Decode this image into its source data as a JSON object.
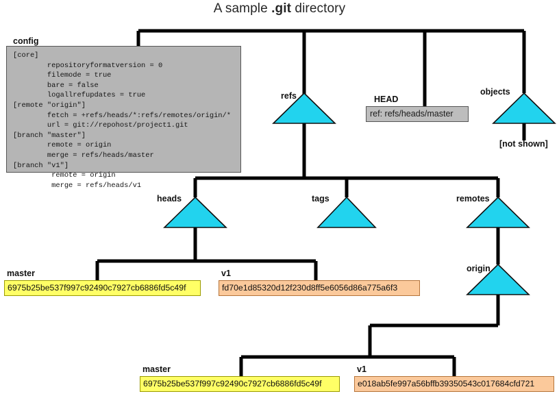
{
  "title": {
    "prefix": "A sample ",
    "bold": ".git",
    "suffix": " directory"
  },
  "config": {
    "label": "config",
    "text": "[core]\n        repositoryformatversion = 0\n        filemode = true\n        bare = false\n        logallrefupdates = true\n[remote \"origin\"]\n        fetch = +refs/heads/*:refs/remotes/origin/*\n        url = git://repohost/project1.git\n[branch \"master\"]\n        remote = origin\n        merge = refs/heads/master\n[branch \"v1\"]\n         remote = origin\n         merge = refs/heads/v1"
  },
  "head": {
    "label": "HEAD",
    "value": "ref: refs/heads/master"
  },
  "objects": {
    "label": "objects",
    "note": "[not shown]"
  },
  "dirs": {
    "refs": "refs",
    "heads": "heads",
    "tags": "tags",
    "remotes": "remotes",
    "origin": "origin"
  },
  "refs_heads": {
    "master_label": "master",
    "master_sha": "6975b25be537f997c92490c7927cb6886fd5c49f",
    "v1_label": "v1",
    "v1_sha": "fd70e1d85320d12f230d8ff5e6056d86a775a6f3"
  },
  "remotes_origin": {
    "master_label": "master",
    "master_sha": "6975b25be537f997c92490c7927cb6886fd5c49f",
    "v1_label": "v1",
    "v1_sha": "e018ab5fe997a56bffb39350543c017684cfd721"
  },
  "colors": {
    "triangle_fill": "#22d3ee",
    "triangle_stroke": "#111111",
    "wire": "#000000",
    "config_bg": "#b5b5b5",
    "head_bg": "#bdbdbd",
    "sha_local": "#ffff66",
    "sha_remote": "#fbc99b"
  }
}
